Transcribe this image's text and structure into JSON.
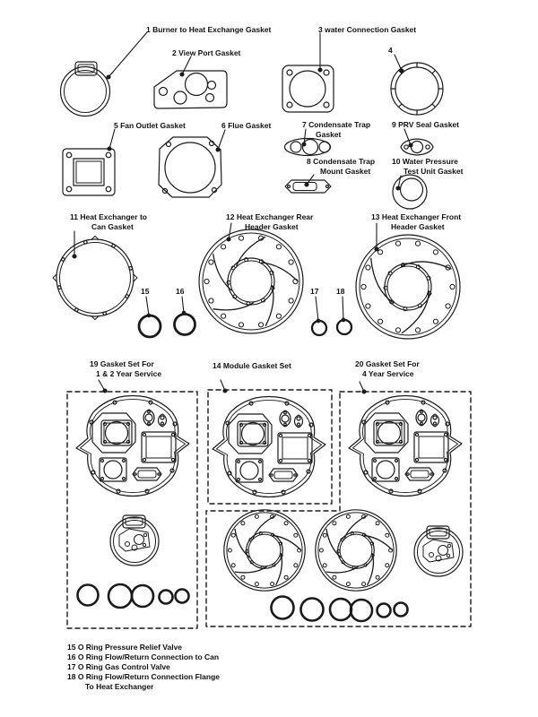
{
  "diagram": {
    "labels": {
      "item1": "1 Burner to Heat Exchange Gasket",
      "item2": "2 View Port Gasket",
      "item3": "3 water Connection Gasket",
      "item4": "4",
      "item5": "5 Fan Outlet Gasket",
      "item6": "6 Flue Gasket",
      "item7_line1": "7 Condensate Trap",
      "item7_line2": "Gasket",
      "item8_line1": "8 Condensate Trap",
      "item8_line2": "Mount Gasket",
      "item9": "9 PRV Seal Gasket",
      "item10_line1": "10 Water Pressure",
      "item10_line2": "Test Unit Gasket",
      "item11_line1": "11 Heat Exchanger to",
      "item11_line2": "Can Gasket",
      "item12_line1": "12 Heat Exchanger Rear",
      "item12_line2": "Header Gasket",
      "item13_line1": "13 Heat Exchanger Front",
      "item13_line2": "Header Gasket",
      "item14": "14 Module Gasket Set",
      "item15": "15",
      "item16": "16",
      "item17": "17",
      "item18": "18",
      "item19_line1": "19 Gasket Set For",
      "item19_line2": "1 & 2 Year Service",
      "item20_line1": "20 Gasket Set For",
      "item20_line2": "4 Year Service"
    },
    "legend": [
      "15 O Ring Pressure Relief Valve",
      "16 O Ring Flow/Return Connection to Can",
      "17 O Ring Gas Control Valve",
      "18 O Ring Flow/Return Connection Flange",
      "To Heat Exchanger"
    ],
    "colors": {
      "line": "#1a1a1a",
      "background": "#ffffff"
    }
  }
}
